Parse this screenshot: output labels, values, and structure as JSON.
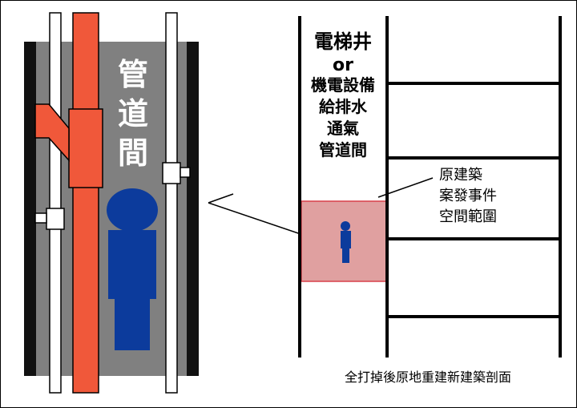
{
  "left_panel": {
    "vertical_title": [
      "管",
      "道",
      "間"
    ]
  },
  "right_panel": {
    "shaft_label": [
      "電梯井",
      "or",
      "機電設備",
      "給排水",
      "通氣",
      "管道間"
    ],
    "incident_label": [
      "原建築",
      "案發事件",
      "空間範圍"
    ],
    "caption": "全打掉後原地重建新建築剖面"
  },
  "colors": {
    "wall_black": "#111111",
    "shaft_gray": "#808080",
    "pipe_red": "#f0583a",
    "figure_blue": "#0c3b9c",
    "incident_fill": "#e0a0a0",
    "incident_border": "#d8404a"
  }
}
